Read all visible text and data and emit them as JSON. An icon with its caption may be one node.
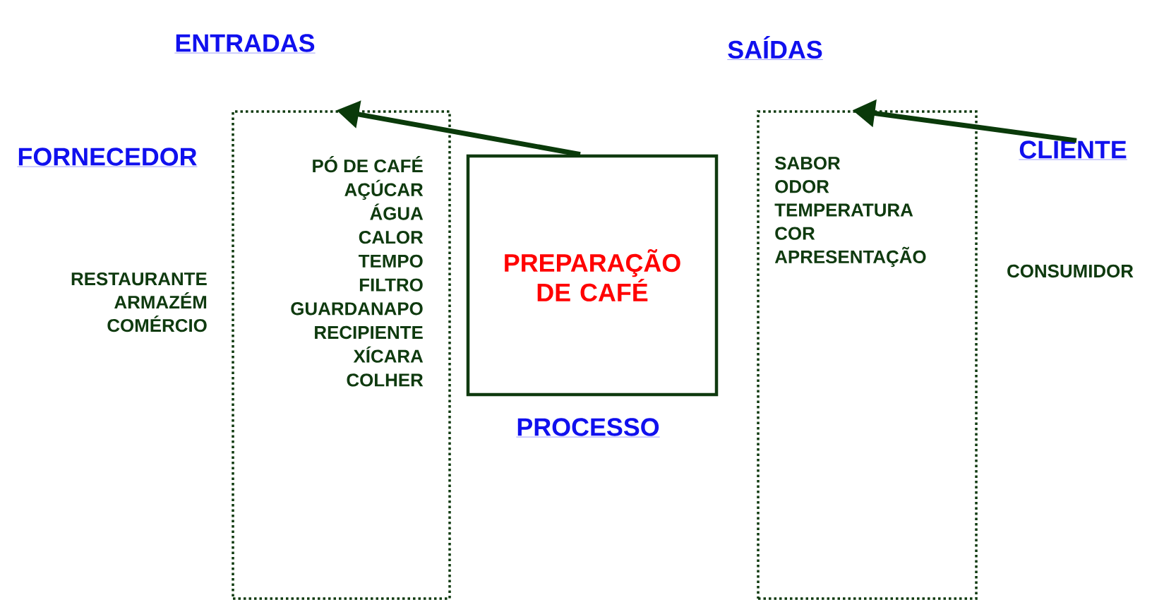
{
  "diagram": {
    "nodes": [
      {
        "text": [
          "ENTRADAS",
          "PÓ DE CAFÉ",
          "AÇÚCAR",
          "ÁGUA",
          "CALOR",
          "TEMPO",
          "FILTRO",
          "GUARDANAPO",
          "RECIPIENTE",
          "XÍCARA",
          "COLHER"
        ]
      },
      {
        "text": [
          "PREPARAÇÃO DE CAFÉ"
        ],
        "beside": [
          "PROCESSO"
        ]
      },
      {
        "text": [
          "SAÍDAS",
          "SABOR",
          "ODOR",
          "TEMPERATURA",
          "COR",
          "APRESENTAÇÃO"
        ]
      },
      {
        "text": [
          "CLIENTE"
        ]
      }
    ],
    "edges": [
      {
        "from": 1,
        "to": 0,
        "arrow": "to"
      },
      {
        "from": 3,
        "to": 2,
        "arrow": "to"
      }
    ],
    "labels": [
      "FORNECEDOR",
      "RESTAURANTE",
      "ARMAZÉM",
      "COMÉRCIO",
      "CONSUMIDOR"
    ]
  }
}
